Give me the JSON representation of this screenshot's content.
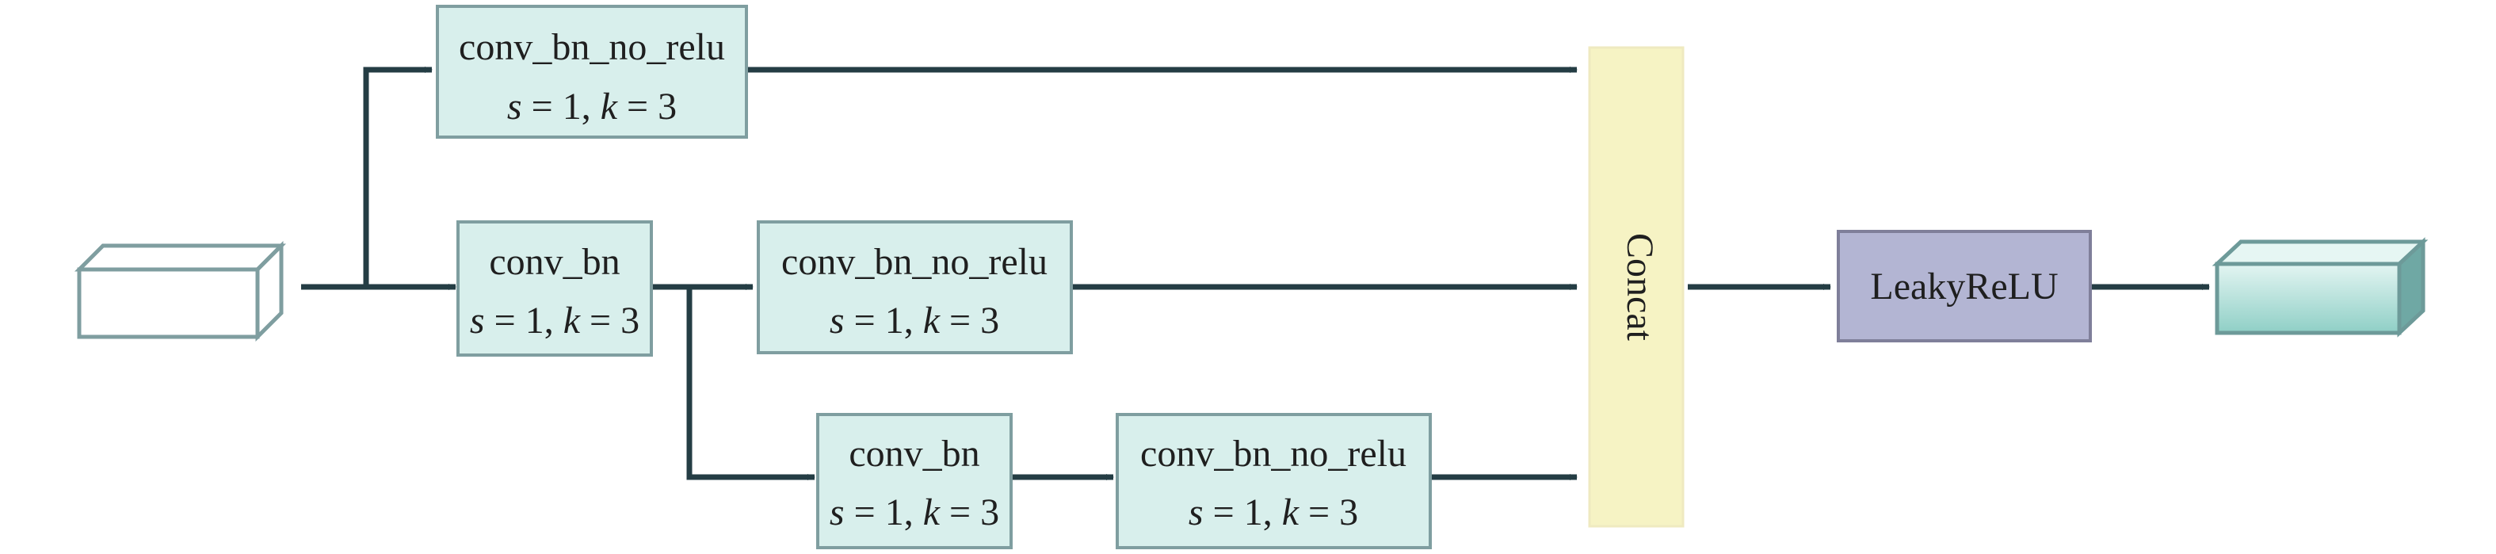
{
  "blocks": {
    "top_branch": {
      "name": "conv_bn_no_relu",
      "s_value": "1",
      "k_value": "3"
    },
    "mid_conv_bn": {
      "name": "conv_bn",
      "s_value": "1",
      "k_value": "3"
    },
    "mid_branch": {
      "name": "conv_bn_no_relu",
      "s_value": "1",
      "k_value": "3"
    },
    "bottom_conv_bn": {
      "name": "conv_bn",
      "s_value": "1",
      "k_value": "3"
    },
    "bottom_branch": {
      "name": "conv_bn_no_relu",
      "s_value": "1",
      "k_value": "3"
    },
    "concat": {
      "label": "Concat"
    },
    "activation": {
      "label": "LeakyReLU"
    }
  },
  "param_labels": {
    "s": "s",
    "k": "k",
    "equals": " = ",
    "separator": ", "
  },
  "colors": {
    "conv_fill": "#d8efec",
    "conv_stroke": "#7f9ea0",
    "concat_fill": "#f6f3c4",
    "activation_fill": "#b3b5d3",
    "activation_stroke": "#7f7f9a",
    "arrow": "#243d44",
    "tensor_in_stroke": "#7f9ea0",
    "tensor_out_fill": "#a8dbd4",
    "tensor_out_stroke": "#6d9a99"
  }
}
